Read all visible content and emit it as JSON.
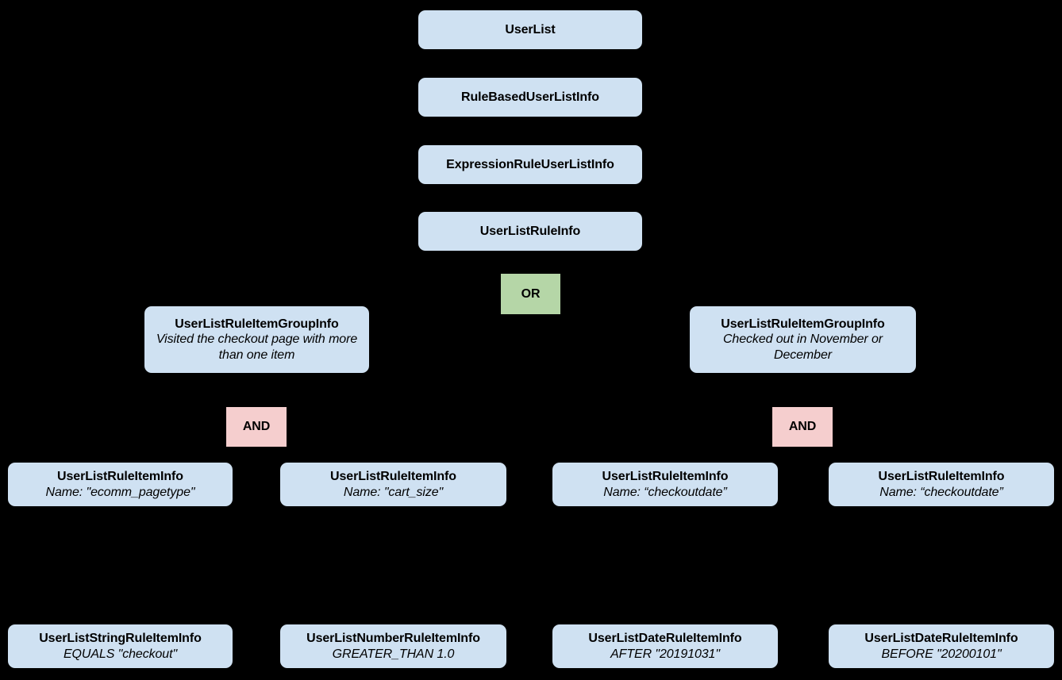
{
  "diagram": {
    "background_color": "#000000",
    "class_node_color": "#cfe1f2",
    "or_node_color": "#b5d6a7",
    "and_node_color": "#f5cece",
    "text_color": "#000000",
    "edge_color": "#000000"
  },
  "chain": [
    {
      "title": "UserList"
    },
    {
      "title": "RuleBasedUserListInfo"
    },
    {
      "title": "ExpressionRuleUserListInfo"
    },
    {
      "title": "UserListRuleInfo"
    }
  ],
  "operators": {
    "or": "OR",
    "and_left": "AND",
    "and_right": "AND"
  },
  "groups": [
    {
      "title": "UserListRuleItemGroupInfo",
      "description": "Visited the checkout page with more than one item"
    },
    {
      "title": "UserListRuleItemGroupInfo",
      "description": "Checked out in November or December"
    }
  ],
  "rule_items": [
    {
      "title": "UserListRuleItemInfo",
      "name_line": "Name: \"ecomm_pagetype\""
    },
    {
      "title": "UserListRuleItemInfo",
      "name_line": "Name: \"cart_size\""
    },
    {
      "title": "UserListRuleItemInfo",
      "name_line": "Name: “checkoutdate”"
    },
    {
      "title": "UserListRuleItemInfo",
      "name_line": "Name: “checkoutdate”"
    }
  ],
  "typed_rule_items": [
    {
      "title": "UserListStringRuleItemInfo",
      "condition": "EQUALS \"checkout\""
    },
    {
      "title": "UserListNumberRuleItemInfo",
      "condition": "GREATER_THAN 1.0"
    },
    {
      "title": "UserListDateRuleItemInfo",
      "condition": "AFTER \"20191031\""
    },
    {
      "title": "UserListDateRuleItemInfo",
      "condition": "BEFORE \"20200101\""
    }
  ]
}
